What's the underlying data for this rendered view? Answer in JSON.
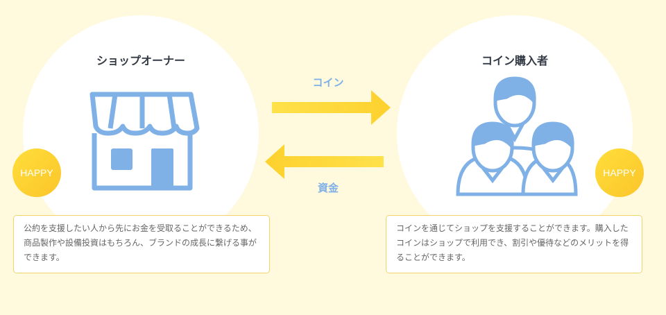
{
  "owner": {
    "title": "ショップオーナー",
    "badge": "HAPPY",
    "description": "公約を支援したい人から先にお金を受取ることができるため、商品製作や設備投資はもちろん、ブランドの成長に繋げる事ができます。",
    "icon": "shop-icon"
  },
  "buyer": {
    "title": "コイン購入者",
    "badge": "HAPPY",
    "description": "コインを通じてショップを支援することができます。購入したコインはショップで利用でき、割引や優待などのメリットを得ることができます。",
    "icon": "people-icon"
  },
  "flows": {
    "to_buyer": "コイン",
    "to_owner": "資金"
  },
  "colors": {
    "background": "#fff9dd",
    "icon": "#7fb0e6",
    "accent": "#fdd535"
  }
}
